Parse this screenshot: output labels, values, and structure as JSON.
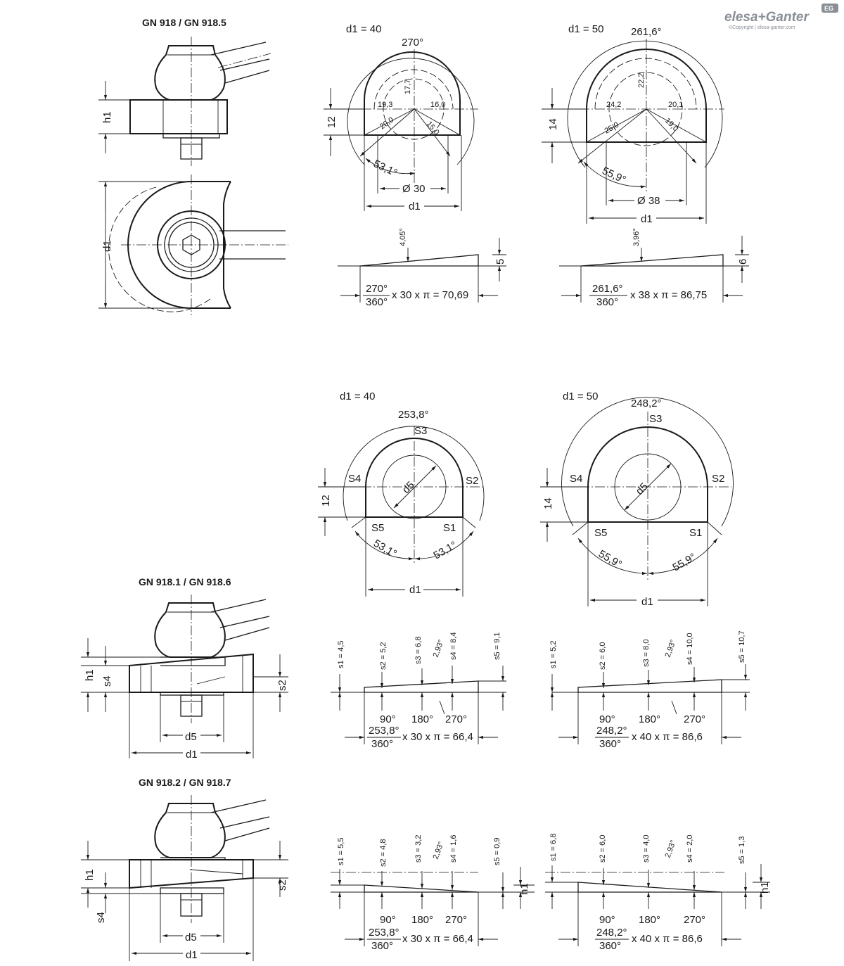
{
  "brand": {
    "name": "elesa+Ganter",
    "copyright": "©Copyright | elesa-ganter.com",
    "badge": "EG"
  },
  "titles": {
    "t1": "GN 918 / GN 918.5",
    "t2": "GN 918.1 / GN 918.6",
    "t3": "GN 918.2 / GN 918.7"
  },
  "dims": {
    "h1": "h1",
    "d1": "d1",
    "d5": "d5",
    "s2": "s2",
    "s4": "s4"
  },
  "top40": {
    "label": "d1 = 40",
    "arc": "270°",
    "v17": "17,7",
    "v19": "19,3",
    "v16": "16,0",
    "v20": "20,0",
    "v15": "15,0",
    "height": "12",
    "angle": "53,1°",
    "dia": "Ø 30",
    "d1": "d1",
    "wedge_angle": "4,05°",
    "wedge_h": "5",
    "formula_num": "270°",
    "formula_den": "360°",
    "formula_rest": "x 30 x π = 70,69"
  },
  "top50": {
    "label": "d1 = 50",
    "arc": "261,6°",
    "v22": "22,2",
    "v24": "24,2",
    "v20": "20,1",
    "v25": "25,0",
    "v19": "19,0",
    "height": "14",
    "angle": "55,9°",
    "dia": "Ø 38",
    "d1": "d1",
    "wedge_angle": "3,96°",
    "wedge_h": "6",
    "formula_num": "261,6°",
    "formula_den": "360°",
    "formula_rest": "x 38 x π = 86,75"
  },
  "mid40": {
    "label": "d1 = 40",
    "arc": "253,8°",
    "height": "12",
    "angle_l": "53,1°",
    "angle_r": "53,1°",
    "s1": "S1",
    "s2": "S2",
    "s3": "S3",
    "s4": "S4",
    "s5": "S5",
    "d5": "d5",
    "d1": "d1"
  },
  "mid50": {
    "label": "d1 = 50",
    "arc": "248,2°",
    "height": "14",
    "angle_l": "55,9°",
    "angle_r": "55,9°",
    "s1": "S1",
    "s2": "S2",
    "s3": "S3",
    "s4": "S4",
    "s5": "S5",
    "d5": "d5",
    "d1": "d1"
  },
  "prof1_40": {
    "s1": "s1 = 4,5",
    "s2": "s2 = 5,2",
    "s3": "s3 = 6,8",
    "ang": "2,93°",
    "s4": "s4 = 8,4",
    "s5": "s5 = 9,1",
    "a90": "90°",
    "a180": "180°",
    "a270": "270°",
    "formula_num": "253,8°",
    "formula_den": "360°",
    "formula_rest": "x 30 x π = 66,4"
  },
  "prof1_50": {
    "s1": "s1 = 5,2",
    "s2": "s2 = 6,0",
    "s3": "s3 = 8,0",
    "ang": "2,93°",
    "s4": "s4 = 10,0",
    "s5": "s5 = 10,7",
    "a90": "90°",
    "a180": "180°",
    "a270": "270°",
    "formula_num": "248,2°",
    "formula_den": "360°",
    "formula_rest": "x 40 x π = 86,6"
  },
  "prof2_40": {
    "s1": "s1 = 5,5",
    "s2": "s2 = 4,8",
    "s3": "s3 = 3,2",
    "ang": "2,93°",
    "s4": "s4 = 1,6",
    "s5": "s5 = 0,9",
    "h1": "h1",
    "a90": "90°",
    "a180": "180°",
    "a270": "270°",
    "formula_num": "253,8°",
    "formula_den": "360°",
    "formula_rest": "x 30 x π = 66,4"
  },
  "prof2_50": {
    "s1": "s1 = 6,8",
    "s2": "s2 = 6,0",
    "s3": "s3 = 4,0",
    "ang": "2,93°",
    "s4": "s4 = 2,0",
    "s5": "s5 = 1,3",
    "h1": "h1",
    "a90": "90°",
    "a180": "180°",
    "a270": "270°",
    "formula_num": "248,2°",
    "formula_den": "360°",
    "formula_rest": "x 40 x π = 86,6"
  }
}
